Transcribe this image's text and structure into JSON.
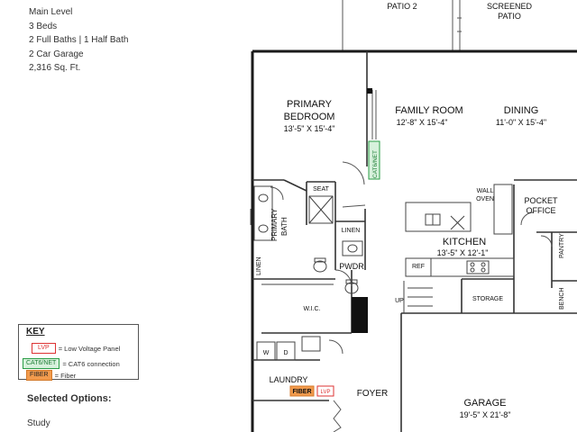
{
  "info": {
    "level": "Main Level",
    "beds": "3 Beds",
    "baths": "2 Full Baths | 1 Half Bath",
    "garage": "2 Car Garage",
    "sqft": "2,316 Sq. Ft."
  },
  "key": {
    "title": "KEY",
    "lvp_badge": "LVP",
    "lvp_text": "= Low Voltage Panel",
    "cat_badge": "CAT6/NET",
    "cat_text": "= CAT6 connection",
    "fiber_badge": "FIBER",
    "fiber_text": "= Fiber"
  },
  "options": {
    "title": "Selected Options:",
    "items": [
      "Study"
    ]
  },
  "rooms": {
    "patio2": "PATIO 2",
    "screened_l1": "SCREENED",
    "screened_l2": "PATIO",
    "primary_bed_l1": "PRIMARY",
    "primary_bed_l2": "BEDROOM",
    "primary_bed_dim": "13'-5\" X 15'-4\"",
    "family": "FAMILY ROOM",
    "family_dim": "12'-8\" X 15'-4\"",
    "dining": "DINING",
    "dining_dim": "11'-0\" X 15'-4\"",
    "seat": "SEAT",
    "wall_oven_l1": "WALL",
    "wall_oven_l2": "OVEN",
    "pocket_l1": "POCKET",
    "pocket_l2": "OFFICE",
    "primary_bath_l1": "PRIMARY",
    "primary_bath_l2": "BATH",
    "linen": "LINEN",
    "linen_side": "LINEN",
    "kitchen": "KITCHEN",
    "kitchen_dim": "13'-5\" X 12'-1\"",
    "pwdr": "PWDR",
    "pantry": "PANTRY",
    "ref": "REF",
    "up": "UP",
    "storage": "STORAGE",
    "bench": "BENCH",
    "wic": "W.I.C.",
    "washer": "W",
    "dryer": "D",
    "laundry": "LAUNDRY",
    "fiber_tag": "FIBER",
    "lvp_tag": "LVP",
    "foyer": "FOYER",
    "garage": "GARAGE",
    "garage_dim": "19'-5\" X 21'-8\"",
    "cat_tag": "CAT6/NET"
  }
}
